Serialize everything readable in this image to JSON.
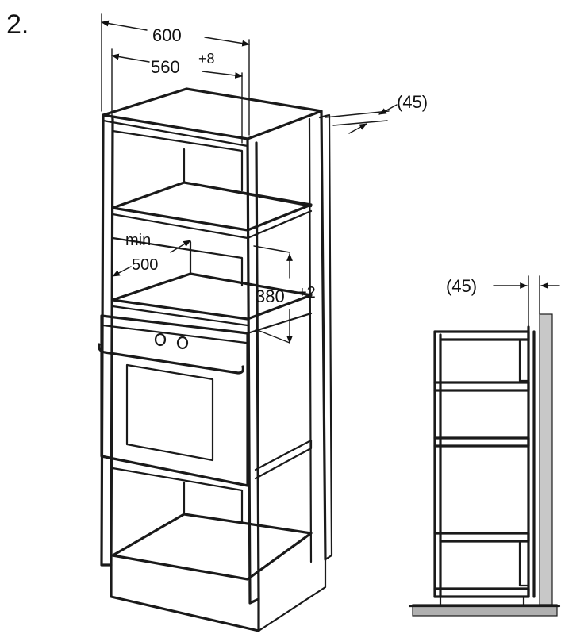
{
  "step_number": "2.",
  "dimensions": {
    "cabinet_width": "600",
    "niche_width": "560",
    "niche_width_tolerance": "+8",
    "niche_depth": "min\n500",
    "niche_depth_line1": "min",
    "niche_depth_line2": "500",
    "niche_height": "380",
    "niche_height_tolerance": "+2",
    "rear_gap": "(45)",
    "side_view_rear_gap": "(45)"
  },
  "colors": {
    "line": "#1a1a1a",
    "wall": "#c8c8c8",
    "floor": "#b0b0b0"
  }
}
